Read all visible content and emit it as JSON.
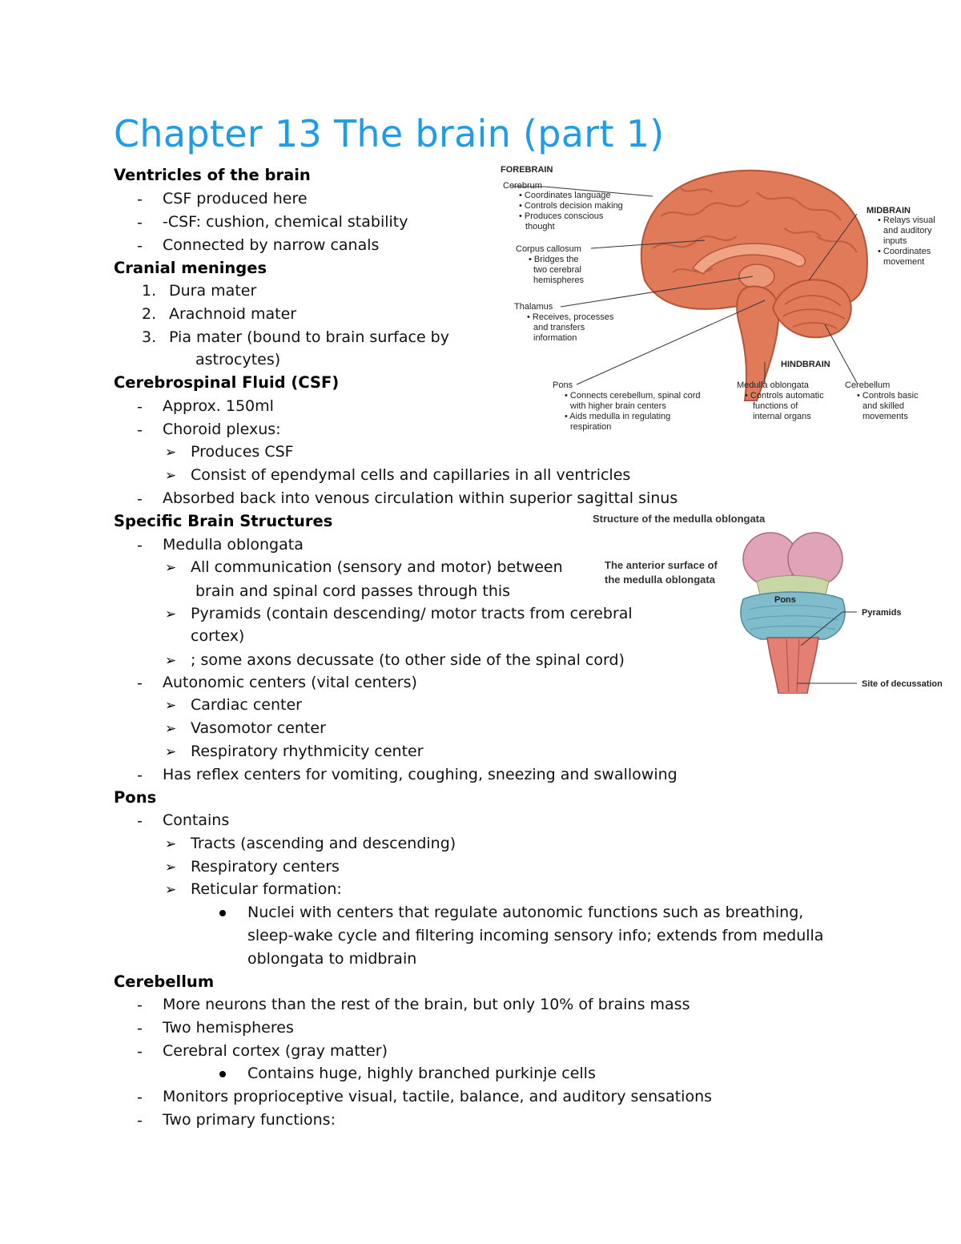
{
  "title": "Chapter 13 The brain (part 1)",
  "sections": {
    "ventricles": {
      "heading": "Ventricles of the brain",
      "items": [
        "CSF produced here",
        "-CSF: cushion, chemical stability",
        "Connected by narrow canals"
      ]
    },
    "meninges": {
      "heading": "Cranial meninges",
      "items": [
        {
          "num": "1.",
          "text": "Dura mater"
        },
        {
          "num": "2.",
          "text": "Arachnoid mater"
        },
        {
          "num": "3.",
          "text": "Pia mater (bound to brain surface by",
          "cont": "astrocytes)"
        }
      ]
    },
    "csf": {
      "heading": "Cerebrospinal Fluid (CSF)",
      "items": [
        "Approx. 150ml",
        "Choroid plexus:",
        "Absorbed back into venous circulation within superior sagittal sinus"
      ],
      "sub": [
        "Produces CSF",
        "Consist of ependymal cells and capillaries in all ventricles"
      ]
    },
    "specific": {
      "heading": "Specific Brain Structures",
      "medulla": "Medulla oblongata",
      "medulla_sub": [
        {
          "text": "All communication (sensory and motor) between",
          "cont": "brain and spinal cord passes through this"
        },
        {
          "text": "Pyramids (contain descending/ motor tracts from cerebral",
          "cont": "cortex)"
        },
        {
          "text": "; some axons decussate (to other side of the spinal cord)"
        }
      ],
      "autonomic": "Autonomic centers (vital centers)",
      "autonomic_sub": [
        "Cardiac center",
        "Vasomotor center",
        "Respiratory rhythmicity center"
      ],
      "reflex": "Has reflex centers for vomiting, coughing, sneezing and swallowing"
    },
    "pons": {
      "heading": "Pons",
      "contains": "Contains",
      "sub": [
        "Tracts (ascending and descending)",
        "Respiratory centers",
        "Reticular formation:"
      ],
      "bullet": [
        "Nuclei with centers that regulate autonomic functions such as breathing,",
        "sleep-wake cycle and filtering incoming sensory info; extends from medulla",
        "oblongata to midbrain"
      ]
    },
    "cerebellum": {
      "heading": "Cerebellum",
      "items": [
        "More neurons than the rest of the brain, but only 10% of brains mass",
        "Two hemispheres",
        "Cerebral cortex (gray matter)"
      ],
      "bullet": "Contains huge, highly branched purkinje cells",
      "items2": [
        "Monitors proprioceptive visual, tactile, balance, and auditory sensations",
        "Two primary functions:"
      ]
    }
  },
  "markers": {
    "dash": "-",
    "arrow": "➢"
  },
  "figure1": {
    "forebrain": "FOREBRAIN",
    "cerebrum": "Cerebrum",
    "cerebrum_items": [
      "• Coordinates language",
      "• Controls decision making",
      "• Produces conscious",
      "thought"
    ],
    "corpus": "Corpus callosum",
    "corpus_items": [
      "• Bridges the",
      "two cerebral",
      "hemispheres"
    ],
    "thalamus": "Thalamus",
    "thalamus_items": [
      "• Receives, processes",
      "and transfers",
      "information"
    ],
    "midbrain": "MIDBRAIN",
    "midbrain_items": [
      "• Relays visual",
      "and auditory",
      "inputs",
      "• Coordinates",
      "movement"
    ],
    "hindbrain": "HINDBRAIN",
    "pons": "Pons",
    "pons_items": [
      "• Connects cerebellum, spinal cord",
      "with higher brain centers",
      "• Aids medulla in regulating",
      "respiration"
    ],
    "medulla": "Medulla oblongata",
    "medulla_items": [
      "• Controls automatic",
      "functions of",
      "internal organs"
    ],
    "cerebellum": "Cerebellum",
    "cerebellum_items": [
      "• Controls basic",
      "and skilled",
      "movements"
    ],
    "colors": {
      "tissue": "#e07a58",
      "tissue_dark": "#b4553a",
      "tissue_light": "#f0a484"
    }
  },
  "figure2": {
    "title": "Structure of the medulla oblongata",
    "subtitle": [
      "The anterior surface of",
      "the medulla oblongata"
    ],
    "pons": "Pons",
    "pyramids": "Pyramids",
    "decussation": "Site of decussation",
    "colors": {
      "pons": "#7fbccc",
      "medulla": "#e57f73",
      "thalamus": "#e0a3b8"
    }
  }
}
